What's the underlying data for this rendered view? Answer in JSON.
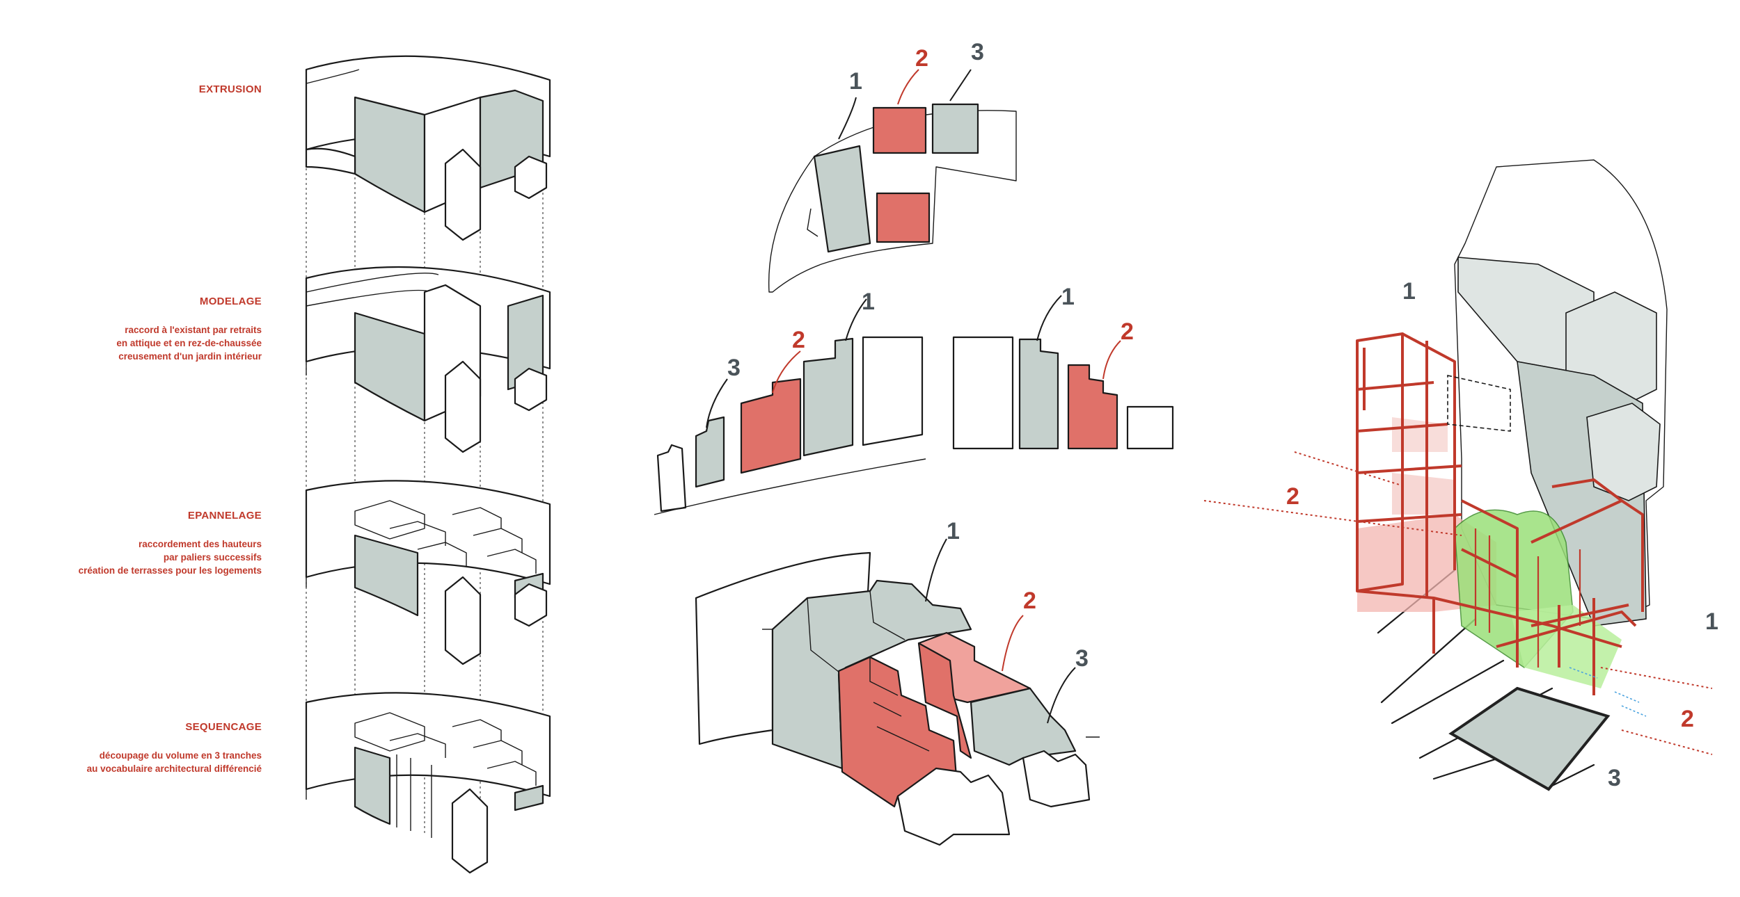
{
  "steps": [
    {
      "title": "EXTRUSION",
      "lines": []
    },
    {
      "title": "MODELAGE",
      "lines": [
        "raccord à l'existant par retraits",
        "en attique et en rez-de-chaussée",
        "creusement d'un jardin intérieur"
      ]
    },
    {
      "title": "EPANNELAGE",
      "lines": [
        "raccordement des hauteurs",
        "par paliers successifs",
        "création de terrasses pour les logements"
      ]
    },
    {
      "title": "SEQUENCAGE",
      "lines": [
        "découpage du volume en 3 tranches",
        "au vocabulaire architectural différencié"
      ]
    }
  ],
  "labels": {
    "plan": [
      "1",
      "2",
      "3"
    ],
    "elev_left": [
      "3",
      "2",
      "1"
    ],
    "elev_right": [
      "1",
      "2"
    ],
    "iso_mid": [
      "1",
      "2",
      "3"
    ],
    "iso_right": [
      "1",
      "2",
      "1",
      "2",
      "3"
    ]
  },
  "colors": {
    "accent_red": "#c0392b",
    "slice_red": "#e07169",
    "slice_grey": "#c5d0cc",
    "label_grey": "#4a5359",
    "garden_green": "#9be07a"
  }
}
